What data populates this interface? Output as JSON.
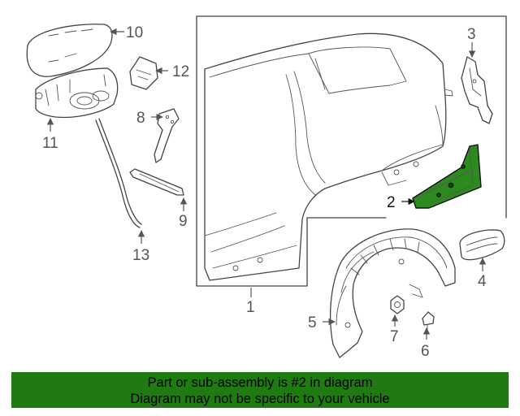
{
  "diagram": {
    "callouts": [
      "1",
      "2",
      "3",
      "4",
      "5",
      "6",
      "7",
      "8",
      "9",
      "10",
      "11",
      "12",
      "13"
    ],
    "highlighted_part": "2",
    "colors": {
      "highlight": "#2d8a1f",
      "footer": "#1f7a12"
    }
  },
  "footer": {
    "line1": "Part or sub-assembly is #2 in diagram",
    "line2": "Diagram may not be specific to your vehicle"
  }
}
